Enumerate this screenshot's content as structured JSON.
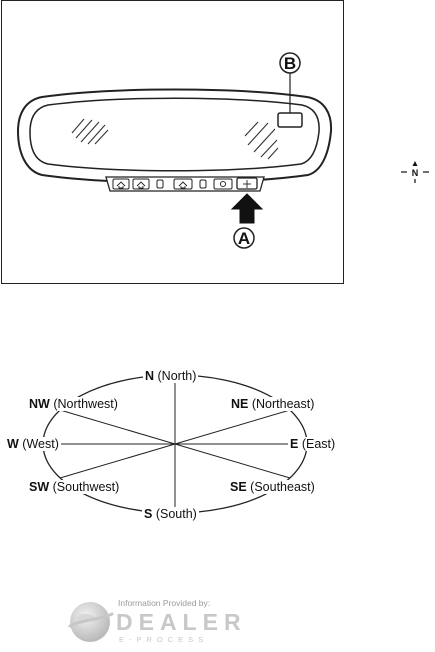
{
  "mirror_figure": {
    "callout_a": "A",
    "callout_b": "B"
  },
  "compass_symbol": {
    "label": "N"
  },
  "compass_rose": {
    "north": {
      "abbr": "N",
      "name": "(North)"
    },
    "northeast": {
      "abbr": "NE",
      "name": "(Northeast)"
    },
    "east": {
      "abbr": "E",
      "name": "(East)"
    },
    "southeast": {
      "abbr": "SE",
      "name": "(Southeast)"
    },
    "south": {
      "abbr": "S",
      "name": "(South)"
    },
    "southwest": {
      "abbr": "SW",
      "name": "(Southwest)"
    },
    "west": {
      "abbr": "W",
      "name": "(West)"
    },
    "northwest": {
      "abbr": "NW",
      "name": "(Northwest)"
    }
  },
  "watermark": {
    "caption": "Information Provided by:",
    "brand": "DEALER",
    "sub": "E-PROCESS"
  }
}
